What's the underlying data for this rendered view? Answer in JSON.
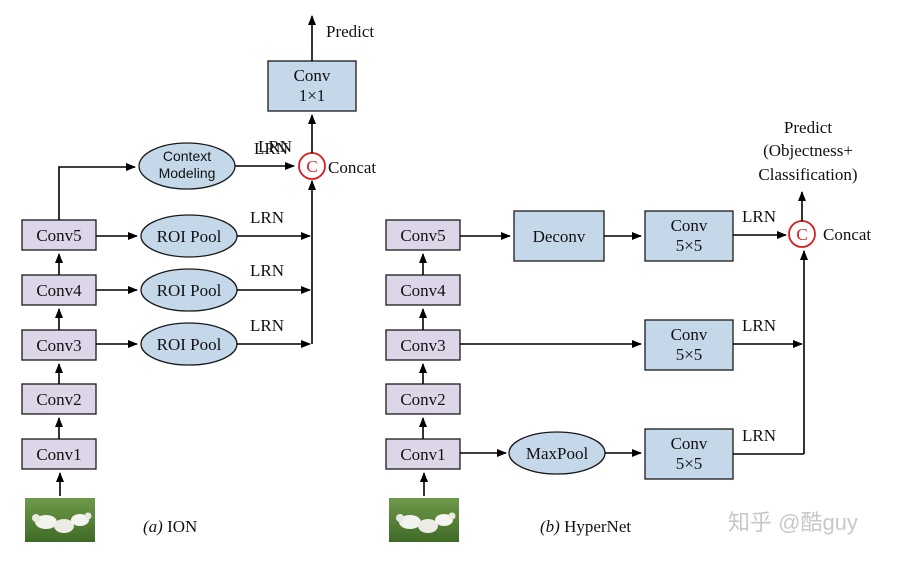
{
  "ion": {
    "layers": [
      "Conv1",
      "Conv2",
      "Conv3",
      "Conv4",
      "Conv5"
    ],
    "roi_pool": "ROI Pool",
    "context": [
      "Context",
      "Modeling"
    ],
    "lrn": "LRN",
    "concat_symbol": "C",
    "concat": "Concat",
    "top_conv": [
      "Conv",
      "1×1"
    ],
    "predict": "Predict",
    "caption_letter": "(a)",
    "caption_name": " ION"
  },
  "hypernet": {
    "layers": [
      "Conv1",
      "Conv2",
      "Conv3",
      "Conv4",
      "Conv5"
    ],
    "deconv": "Deconv",
    "maxpool": "MaxPool",
    "conv55": [
      "Conv",
      "5×5"
    ],
    "lrn": "LRN",
    "concat_symbol": "C",
    "concat": "Concat",
    "predict": [
      "Predict",
      "(Objectness+",
      "Classification)"
    ],
    "caption_letter": "(b)",
    "caption_name": " HyperNet"
  },
  "watermark": "知乎 @酷guy",
  "image_icon": "sheep-photo"
}
